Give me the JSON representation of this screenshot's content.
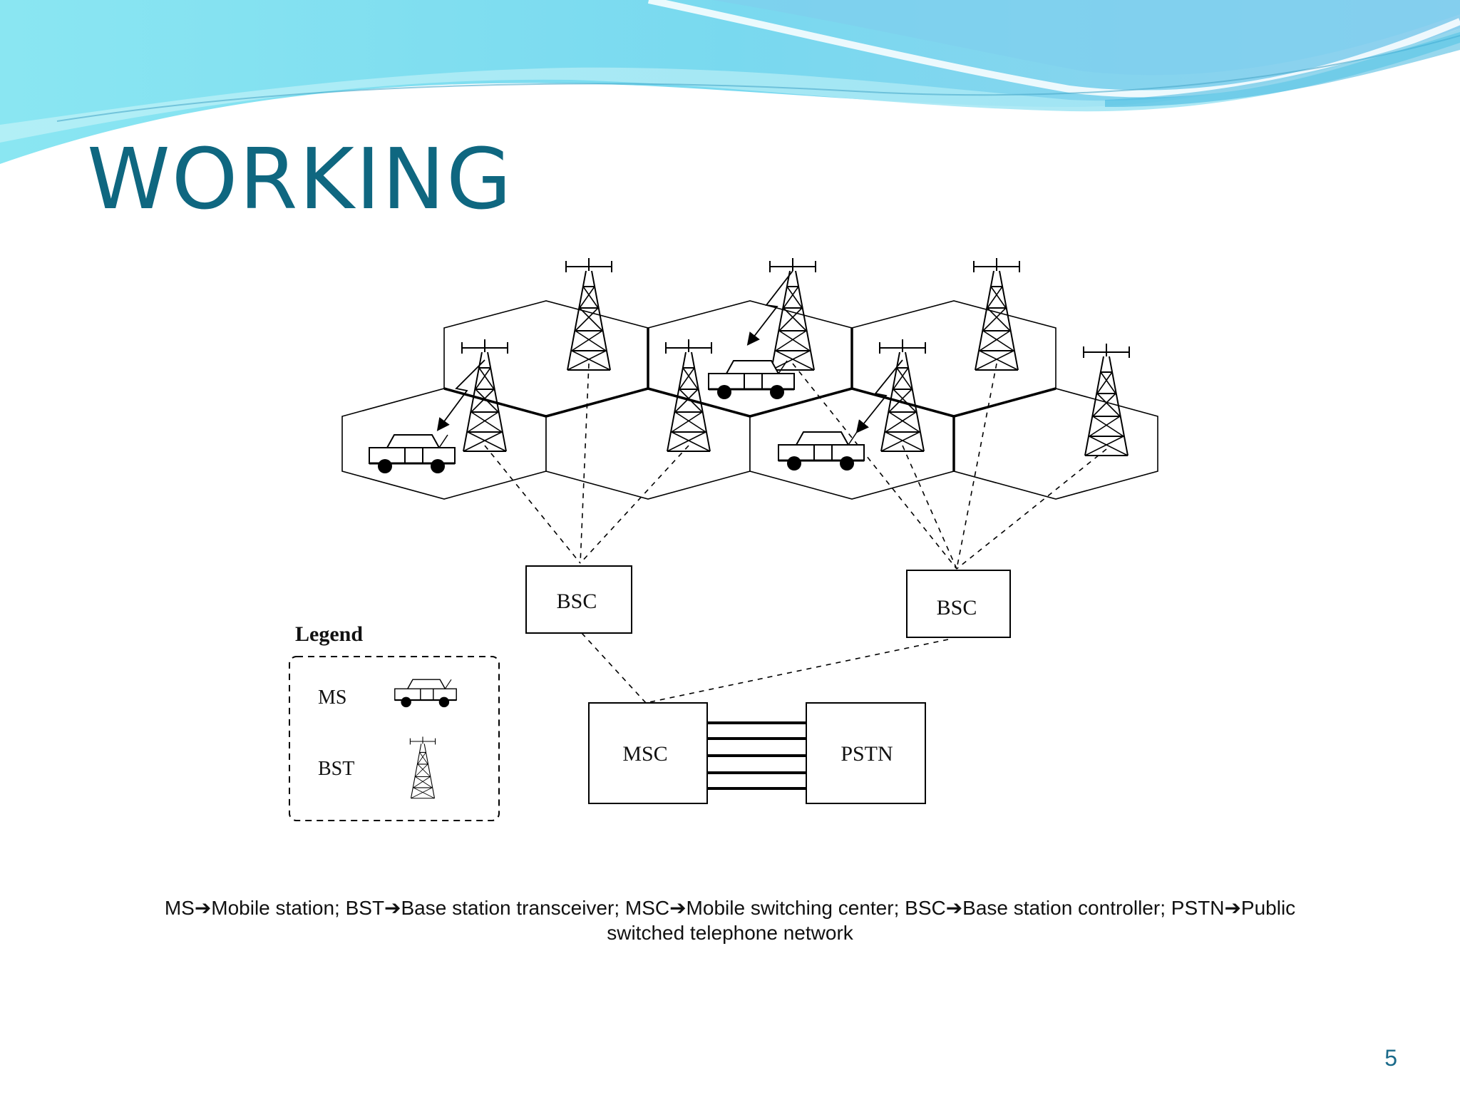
{
  "slide": {
    "title": "WORKING",
    "page_number": "5",
    "footnote_line1": "MS➔Mobile station; BST➔Base station transceiver; MSC➔Mobile switching center; BSC➔Base station controller; PSTN➔Public",
    "footnote_line2": "switched telephone network"
  },
  "diagram": {
    "legend": {
      "title": "Legend",
      "ms_label": "MS",
      "bst_label": "BST"
    },
    "bsc_left_label": "BSC",
    "bsc_right_label": "BSC",
    "msc_label": "MSC",
    "pstn_label": "PSTN"
  },
  "colors": {
    "title": "#0f6780",
    "wave_light": "#9ee8f3",
    "wave_mid": "#6cd2ec",
    "wave_dark": "#3fb6de"
  }
}
